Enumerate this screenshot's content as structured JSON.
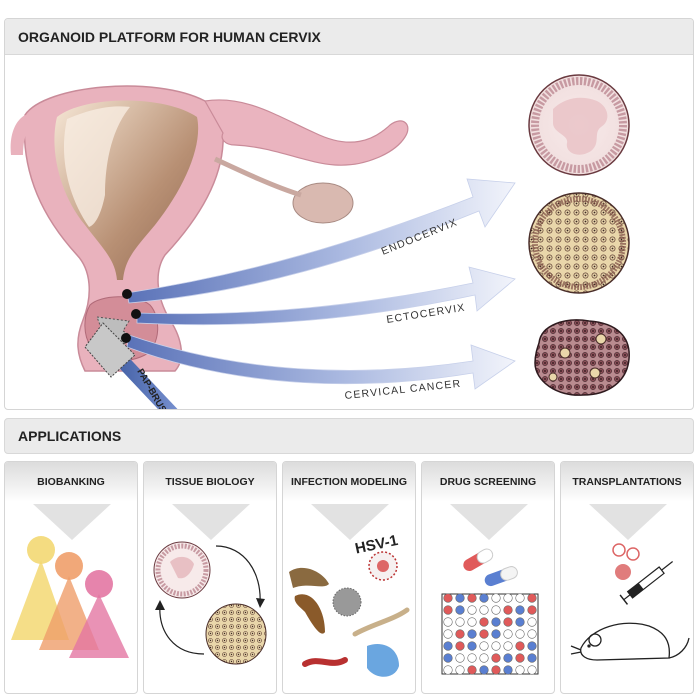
{
  "top_panel": {
    "title": "ORGANOID PLATFORM FOR HUMAN CERVIX",
    "arrows": {
      "endocervix": "ENDOCERVIX",
      "ectocervix": "ECTOCERVIX",
      "cancer": "CERVICAL CANCER"
    },
    "brush_label": "PAP-BRUSH"
  },
  "applications": {
    "title": "APPLICATIONS",
    "cards": [
      {
        "label": "BIOBANKING"
      },
      {
        "label": "TISSUE BIOLOGY"
      },
      {
        "label": "INFECTION MODELING",
        "virus_label": "HSV-1"
      },
      {
        "label": "DRUG SCREENING"
      },
      {
        "label": "TRANSPLANTATIONS"
      }
    ]
  },
  "colors": {
    "tissue_pink": "#e7b3bd",
    "arrow_blue": "#6e86c6",
    "organoid_tan": "#e8d5a8",
    "plate_red": "#e05a5a",
    "plate_blue": "#5a7fd1"
  }
}
